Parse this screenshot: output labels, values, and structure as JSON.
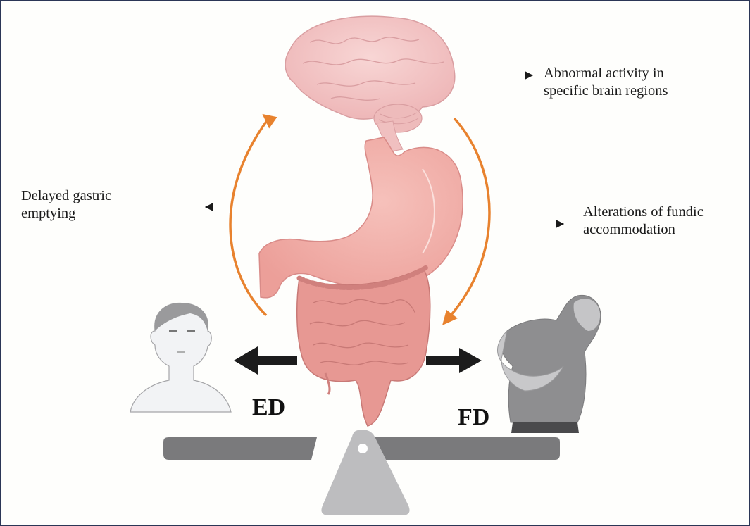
{
  "labels": {
    "brain": [
      "Abnormal activity in",
      "specific brain regions"
    ],
    "gastric_emptying": [
      "Delayed gastric",
      "emptying"
    ],
    "fundic": [
      "Alterations of fundic",
      "accommodation"
    ]
  },
  "sides": {
    "left": "ED",
    "right": "FD"
  },
  "colors": {
    "border": "#2b3656",
    "cycle_arrow": "#e8822e",
    "organ_pink": "#f2b3ae",
    "intestine": "#d98a88",
    "brain": "#f5cccc",
    "scale_beam": "#7a7a7c",
    "fulcrum": "#bdbdbf",
    "figure_gray": "#9a9a9a"
  },
  "icons": {
    "brain": "brain-illustration",
    "stomach": "stomach-illustration",
    "intestines": "intestines-illustration",
    "healthy_person": "person-neutral-illustration",
    "dyspepsia_person": "person-abdominal-pain-illustration",
    "scale": "balance-scale-illustration"
  }
}
